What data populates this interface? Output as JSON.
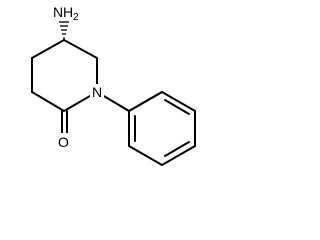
{
  "molecule": {
    "labels": {
      "amine_N": "N",
      "amine_H": "H",
      "amine_subscript": "2",
      "ring_N": "N",
      "carbonyl_O": "O"
    },
    "bond_color": "#000000"
  }
}
